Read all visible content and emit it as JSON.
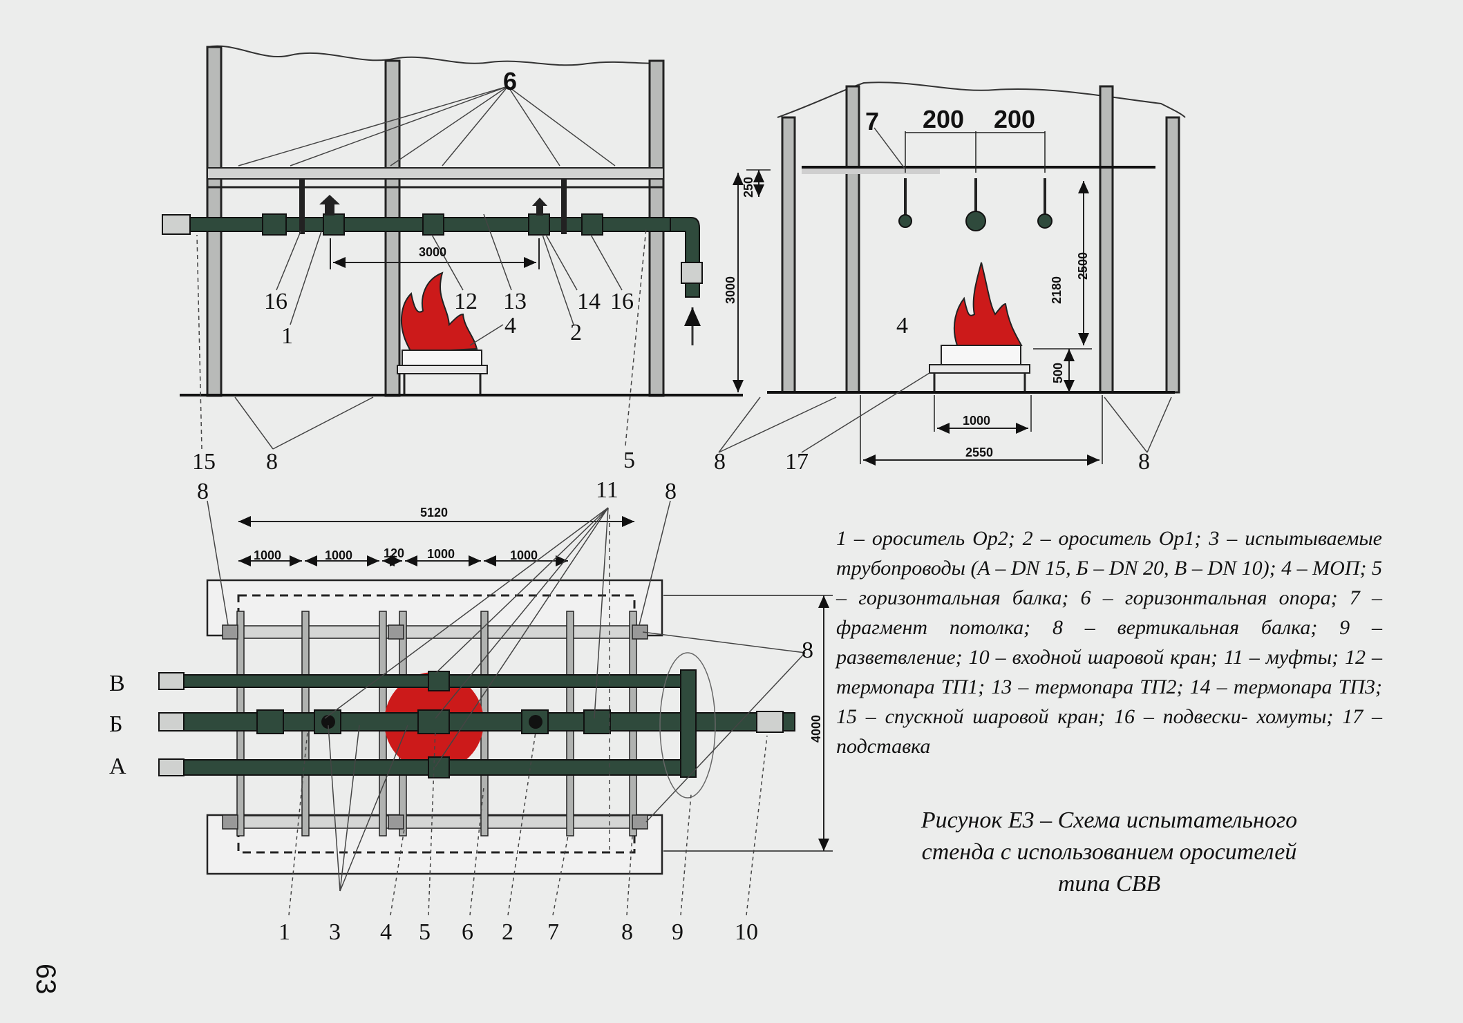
{
  "page_number": "63",
  "front_view": {
    "callouts": [
      "6",
      "16",
      "1",
      "12",
      "13",
      "14",
      "16",
      "2",
      "4",
      "15",
      "8",
      "5"
    ],
    "dim_span": "3000",
    "dim_height": "3000"
  },
  "side_view": {
    "callouts": [
      "7",
      "4",
      "8",
      "17",
      "8"
    ],
    "dim_top_a": "200",
    "dim_top_b": "200",
    "dim_ceiling": "250",
    "dim_2500": "2500",
    "dim_2180": "2180",
    "dim_500": "500",
    "dim_1000": "1000",
    "dim_2550": "2550"
  },
  "plan_view": {
    "callouts_top": [
      "8",
      "11",
      "8"
    ],
    "callout_right": "8",
    "pipe_labels": [
      "В",
      "Б",
      "А"
    ],
    "dim_total": "5120",
    "dim_segments": [
      "1000",
      "1000",
      "120",
      "1000",
      "1000"
    ],
    "dim_width": "4000",
    "bottom_callouts": [
      "1",
      "3",
      "4",
      "5",
      "6",
      "2",
      "7",
      "8",
      "9",
      "10"
    ]
  },
  "legend": {
    "text": "1 – ороситель Ор2; 2 – ороситель Ор1; 3 – испытываемые трубопроводы (А – DN 15, Б – DN 20, В – DN 10); 4 – МОП; 5 – горизонтальная балка; 6 – горизонтальная опора; 7 – фрагмент потолка; 8 – вертикальная балка; 9 – разветвление; 10 – входной шаровой кран; 11 – муфты; 12 – термопара ТП1; 13 – термопара ТП2; 14 – термопара ТП3; 15 – спускной шаровой кран; 16 – подвески- хомуты; 17 – подставка"
  },
  "caption": {
    "line1": "Рисунок Е3 – Схема испытательного",
    "line2": "стенда с использованием оросителей",
    "line3": "типа СВВ"
  },
  "colors": {
    "pipe": "#2f4a3c",
    "flame": "#cc1a1a",
    "beam": "#b8bab8",
    "ink": "#1a1a1a"
  }
}
